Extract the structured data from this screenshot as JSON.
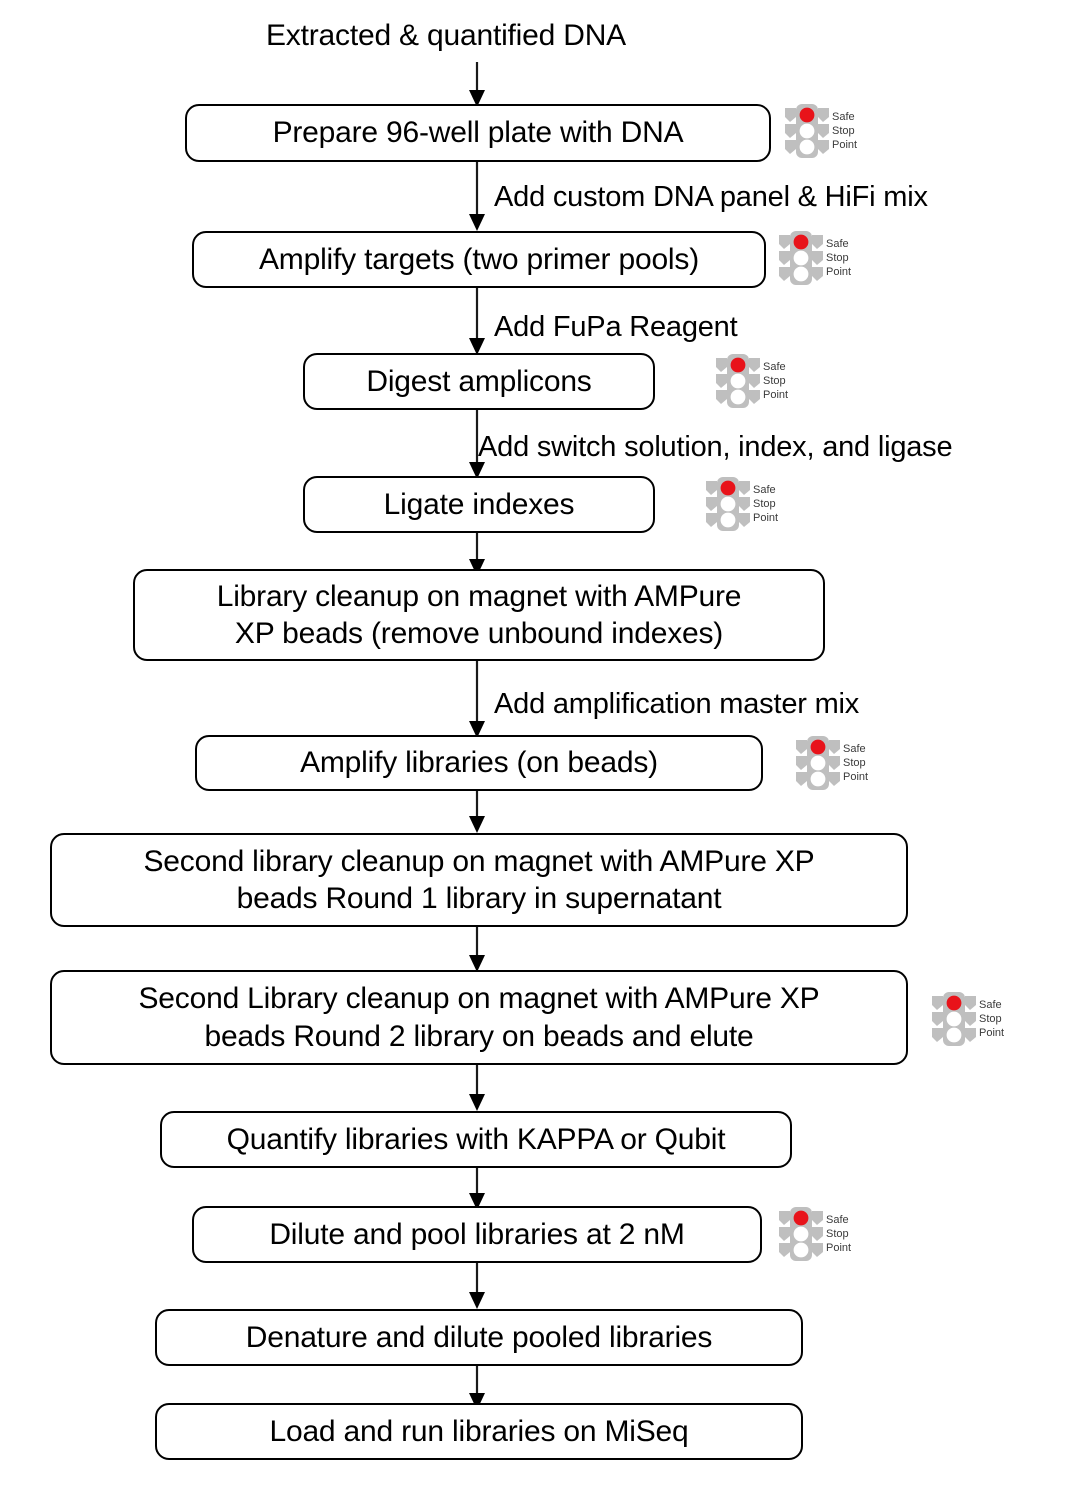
{
  "diagram": {
    "title_text": "Extracted & quantified DNA",
    "colors": {
      "node_border": "#000000",
      "node_fill": "#ffffff",
      "text": "#000000",
      "connector": "#1a1a1a",
      "traffic_light_body": "#bfbfbf",
      "traffic_light_red": "#e8131a",
      "traffic_light_off": "#ffffff",
      "safe_stop_text": "#3b3b3b"
    },
    "safe_stop_marker": {
      "icon_name": "traffic-light-icon",
      "line1": "Safe",
      "line2": "Stop",
      "line3": "Point"
    },
    "nodes": [
      {
        "id": "n1",
        "label": "Prepare 96-well plate with DNA",
        "safe_stop": true
      },
      {
        "id": "n2",
        "label": "Amplify targets (two primer pools)",
        "safe_stop": true
      },
      {
        "id": "n3",
        "label": "Digest amplicons",
        "safe_stop": true
      },
      {
        "id": "n4",
        "label": "Ligate indexes",
        "safe_stop": true
      },
      {
        "id": "n5",
        "label": "Library cleanup on magnet with AMPure\nXP beads (remove unbound indexes)",
        "safe_stop": false
      },
      {
        "id": "n6",
        "label": "Amplify libraries (on beads)",
        "safe_stop": true
      },
      {
        "id": "n7",
        "label": "Second library cleanup on magnet with AMPure XP\nbeads Round 1 library in supernatant",
        "safe_stop": false
      },
      {
        "id": "n8",
        "label": "Second Library cleanup on magnet with AMPure XP\nbeads Round 2 library on beads and elute",
        "safe_stop": true
      },
      {
        "id": "n9",
        "label": "Quantify libraries with KAPPA or Qubit",
        "safe_stop": false
      },
      {
        "id": "n10",
        "label": "Dilute and pool libraries at 2 nM",
        "safe_stop": true
      },
      {
        "id": "n11",
        "label": "Denature and dilute pooled libraries",
        "safe_stop": false
      },
      {
        "id": "n12",
        "label": "Load and run libraries on MiSeq",
        "safe_stop": false
      }
    ],
    "edge_labels": [
      {
        "id": "e1",
        "text": "Add custom DNA panel & HiFi mix"
      },
      {
        "id": "e2",
        "text": "Add FuPa Reagent"
      },
      {
        "id": "e3",
        "text": "Add switch solution, index, and ligase"
      },
      {
        "id": "e4",
        "text": "Add amplification master mix"
      }
    ]
  }
}
